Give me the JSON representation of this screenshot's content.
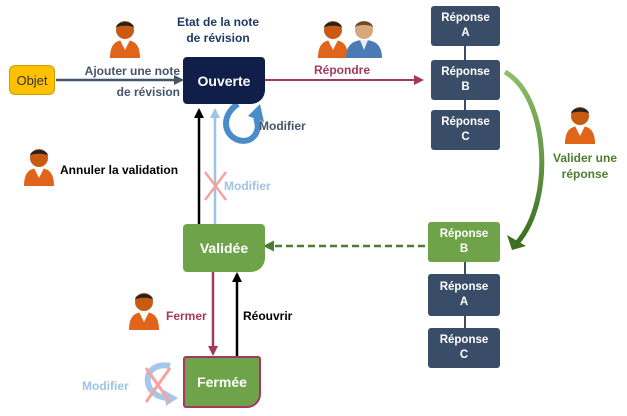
{
  "title": {
    "line1": "Etat de la note",
    "line2": "de révision"
  },
  "nodes": {
    "objet": "Objet",
    "ouverte": "Ouverte",
    "validee": "Validée",
    "fermee": "Fermée"
  },
  "responses": {
    "top": [
      {
        "line1": "Réponse",
        "line2": "A"
      },
      {
        "line1": "Réponse",
        "line2": "B"
      },
      {
        "line1": "Réponse",
        "line2": "C"
      }
    ],
    "bottom": [
      {
        "line1": "Réponse",
        "line2": "B"
      },
      {
        "line1": "Réponse",
        "line2": "A"
      },
      {
        "line1": "Réponse",
        "line2": "C"
      }
    ]
  },
  "labels": {
    "ajouter_line1": "Ajouter une note",
    "ajouter_line2": "de révision",
    "repondre": "Répondre",
    "modifier_ouverte": "Modifier",
    "modifier_crossed": "Modifier",
    "modifier_fermee": "Modifier",
    "annuler": "Annuler la validation",
    "valider_line1": "Valider une",
    "valider_line2": "réponse",
    "fermer": "Fermer",
    "reouvrir": "Réouvrir"
  },
  "colors": {
    "objet": "#ffc000",
    "state_dark": "#0f1f4a",
    "state_green": "#6fa34a",
    "response_dark": "#3a4d68",
    "response_green": "#6fa34a",
    "link_gray": "#44546a",
    "link_purple": "#a33a5e",
    "link_green": "#4f7d2f",
    "link_light_blue": "#9dc3e6",
    "title_blue": "#1f3864",
    "cross": "#f4a3a3"
  },
  "icons": [
    "person-icon",
    "person-group-icon",
    "cross-icon",
    "loop-arrow-icon"
  ]
}
